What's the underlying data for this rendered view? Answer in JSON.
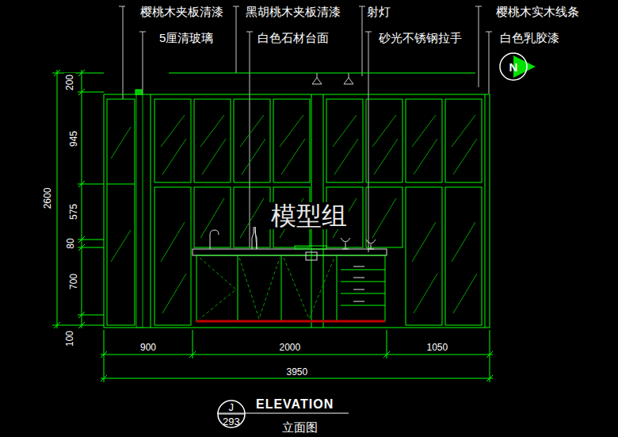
{
  "diagram": {
    "nodes": [
      {
        "text": [
          "N"
        ]
      },
      {
        "text": [
          "J",
          "293"
        ]
      }
    ],
    "labels": [
      "樱桃木夹板清漆",
      "黑胡桃木夹板清漆",
      "射灯",
      "樱桃木实木线条",
      "5厘清玻璃",
      "白色石材台面",
      "砂光不锈钢拉手",
      "白色乳胶漆",
      "200",
      "945",
      "575",
      "80",
      "700",
      "100",
      "2600",
      "900",
      "2000",
      "1050",
      "3950",
      "ELEVATION",
      "立面图",
      "模型组"
    ]
  }
}
